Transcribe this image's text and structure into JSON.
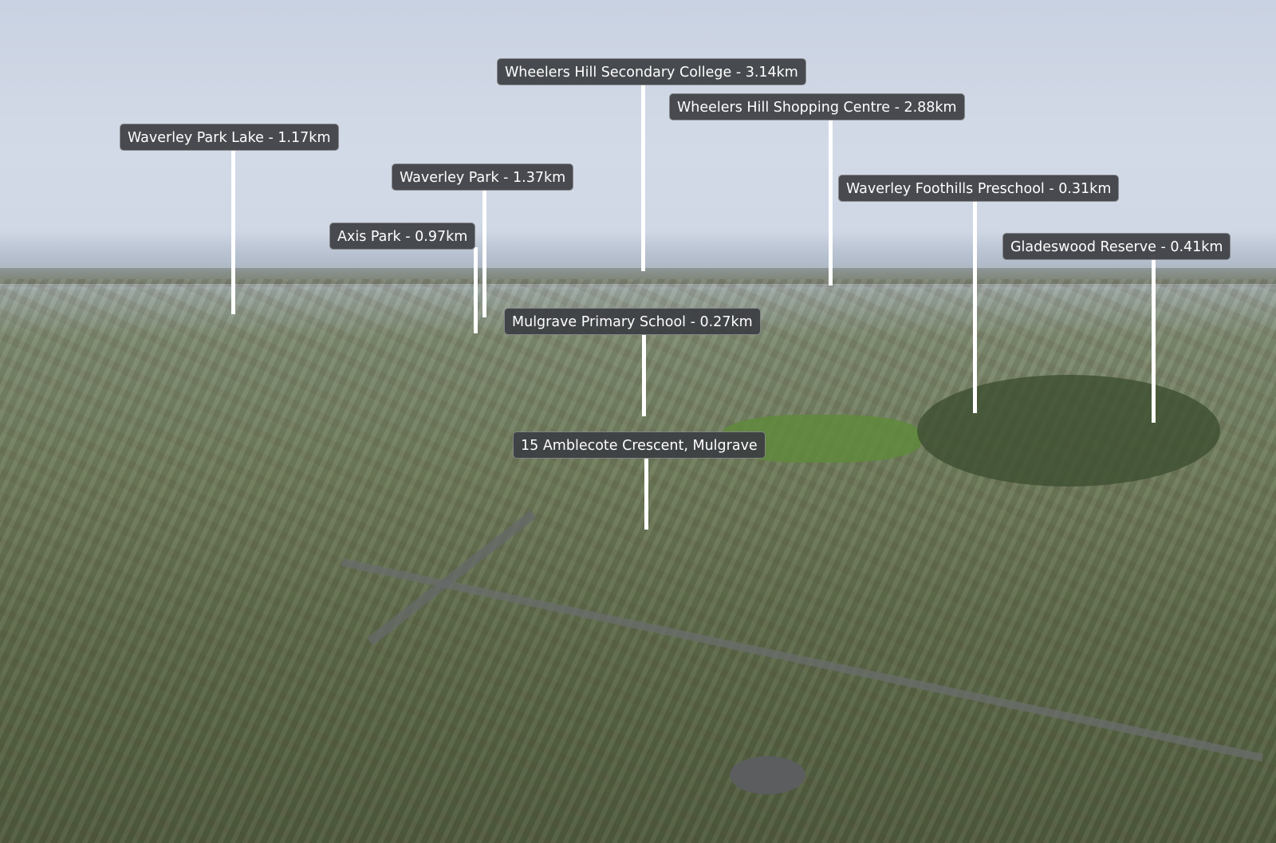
{
  "photo": {
    "description_icon": "aerial-suburb-photo"
  },
  "labels": {
    "secondary_college": "Wheelers Hill Secondary College - 3.14km",
    "shopping_centre": "Wheelers Hill Shopping Centre - 2.88km",
    "park_lake": "Waverley Park Lake - 1.17km",
    "waverley_park": "Waverley Park - 1.37km",
    "preschool": "Waverley Foothills Preschool - 0.31km",
    "axis_park": "Axis Park - 0.97km",
    "reserve": "Gladeswood Reserve  - 0.41km",
    "primary_school": "Mulgrave Primary School - 0.27km",
    "property": "15 Amblecote Crescent, Mulgrave"
  },
  "colors": {
    "label_bg": "#3c3e42",
    "label_text": "#ffffff",
    "pin": "#ffffff"
  }
}
